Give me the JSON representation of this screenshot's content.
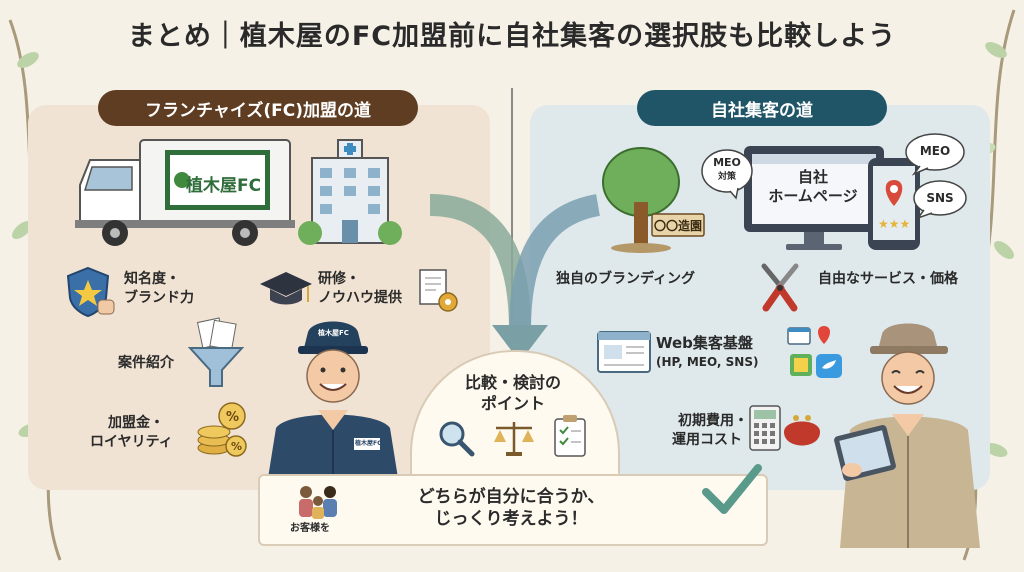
{
  "title": "まとめ｜植木屋のFC加盟前に自社集客の選択肢も比較しよう",
  "left": {
    "header": "フランチャイズ(FC)加盟の道",
    "truck_sign": "植木屋FC",
    "items": {
      "brand": [
        "知名度・",
        "ブランド力"
      ],
      "training": [
        "研修・",
        "ノウハウ提供"
      ],
      "referral": [
        "案件紹介"
      ],
      "fees": [
        "加盟金・",
        "ロイヤリティ"
      ]
    },
    "cap_logo": "植木屋FC",
    "badge": "植木屋FC"
  },
  "right": {
    "header": "自社集客の道",
    "sign": "〇〇造園",
    "homepage": [
      "自社",
      "ホームページ"
    ],
    "bubbles": {
      "meo_left": [
        "MEO",
        "対策"
      ],
      "meo_right": "MEO",
      "sns": "SNS"
    },
    "items": {
      "branding": "独自のブランディング",
      "pricing": "自由なサービス・価格",
      "web": [
        "Web集客基盤",
        "(HP, MEO, SNS)"
      ],
      "costs": [
        "初期費用・",
        "運用コスト"
      ]
    }
  },
  "center": {
    "point_title": [
      "比較・検討の",
      "ポイント"
    ],
    "banner": [
      "どちらが自分に合うか、",
      "じっくり考えよう！"
    ],
    "customers": "お客様を"
  },
  "colors": {
    "left_header": "#5e3d22",
    "right_header": "#1f5566",
    "accent_green": "#3f8a3c",
    "navy": "#24425e"
  }
}
